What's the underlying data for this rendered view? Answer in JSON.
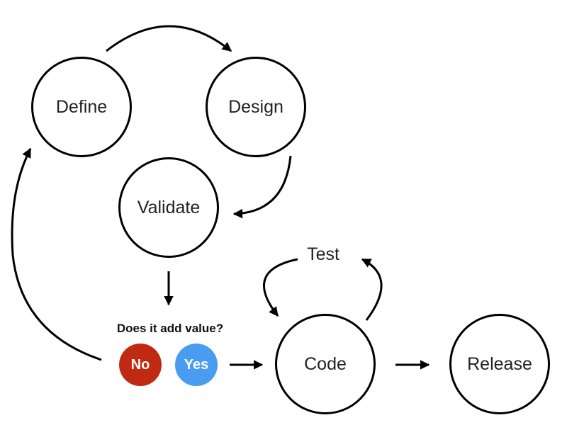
{
  "nodes": {
    "define": "Define",
    "design": "Design",
    "validate": "Validate",
    "code": "Code",
    "release": "Release"
  },
  "labels": {
    "test": "Test",
    "question": "Does it add value?"
  },
  "answers": {
    "no": "No",
    "yes": "Yes"
  },
  "colors": {
    "no": "#c12a12",
    "yes": "#4a9cf0",
    "stroke": "#000000"
  }
}
